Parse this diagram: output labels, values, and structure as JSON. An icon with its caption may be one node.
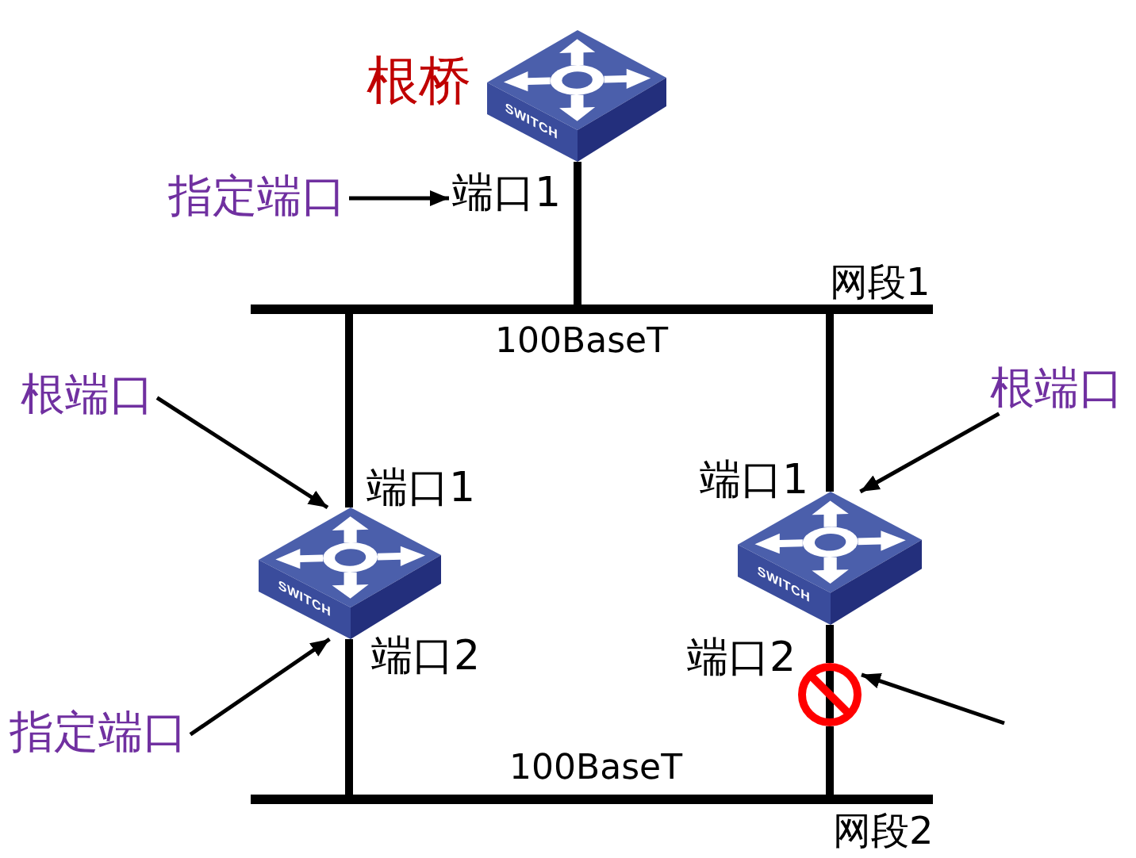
{
  "diagram": {
    "nodes": [
      {
        "text": [
          "SWITCH"
        ],
        "beside": [
          "根桥"
        ]
      },
      {
        "text": [
          "指定端口"
        ]
      },
      {
        "text": [
          "端口1"
        ]
      },
      {
        "text": [],
        "shape": "bar",
        "beside": [
          "网段1",
          "100BaseT"
        ]
      },
      {
        "text": [
          "根端口"
        ]
      },
      {
        "text": [
          "根端口"
        ]
      },
      {
        "text": [
          "SWITCH"
        ]
      },
      {
        "text": [
          "SWITCH"
        ]
      },
      {
        "text": [],
        "shape": "picture"
      },
      {
        "text": [
          "指定端口"
        ]
      },
      {
        "text": [],
        "shape": "bar",
        "beside": [
          "100BaseT",
          "网段2"
        ]
      }
    ],
    "edges": [
      {
        "from": 1,
        "to": 2,
        "arrow": "to"
      },
      {
        "from": 0,
        "to": 3,
        "arrow": "none"
      },
      {
        "from": 3,
        "to": 6,
        "arrow": "none"
      },
      {
        "from": 3,
        "to": 7,
        "arrow": "none"
      },
      {
        "from": 4,
        "to": 6,
        "arrow": "to"
      },
      {
        "from": 5,
        "to": 7,
        "arrow": "to"
      },
      {
        "from": 6,
        "to": 10,
        "arrow": "none"
      },
      {
        "from": 7,
        "to": 8,
        "arrow": "none"
      },
      {
        "from": 8,
        "to": 10,
        "arrow": "none"
      },
      {
        "from": 9,
        "to": 6,
        "arrow": "to"
      },
      {
        "from": null,
        "to": 8,
        "arrow": "to"
      }
    ],
    "labels": [
      "端口1",
      "端口1",
      "端口2",
      "端口2"
    ]
  }
}
